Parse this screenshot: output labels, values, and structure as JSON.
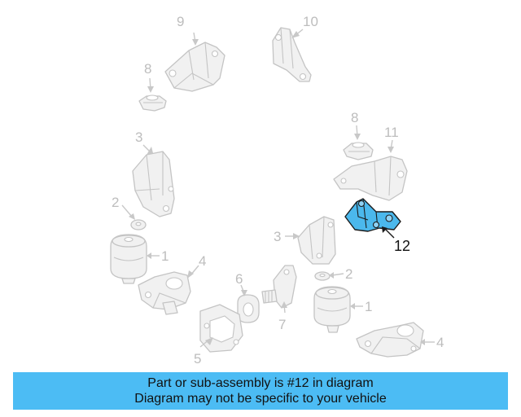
{
  "diagram": {
    "callouts": {
      "c9": "9",
      "c10": "10",
      "c8a": "8",
      "c3a": "3",
      "c2a": "2",
      "c1a": "1",
      "c4a": "4",
      "c6": "6",
      "c7": "7",
      "c5": "5",
      "c8b": "8",
      "c11": "11",
      "c12": "12",
      "c3b": "3",
      "c2b": "2",
      "c1b": "1",
      "c4b": "4"
    },
    "highlighted_part": "12",
    "colors": {
      "highlight": "#4bb8ec",
      "banner": "#4cbcf4",
      "part_gray": "#c4c4c4"
    }
  },
  "banner": {
    "line1": "Part or sub-assembly is #12 in diagram",
    "line2": "Diagram may not be specific to your vehicle"
  }
}
